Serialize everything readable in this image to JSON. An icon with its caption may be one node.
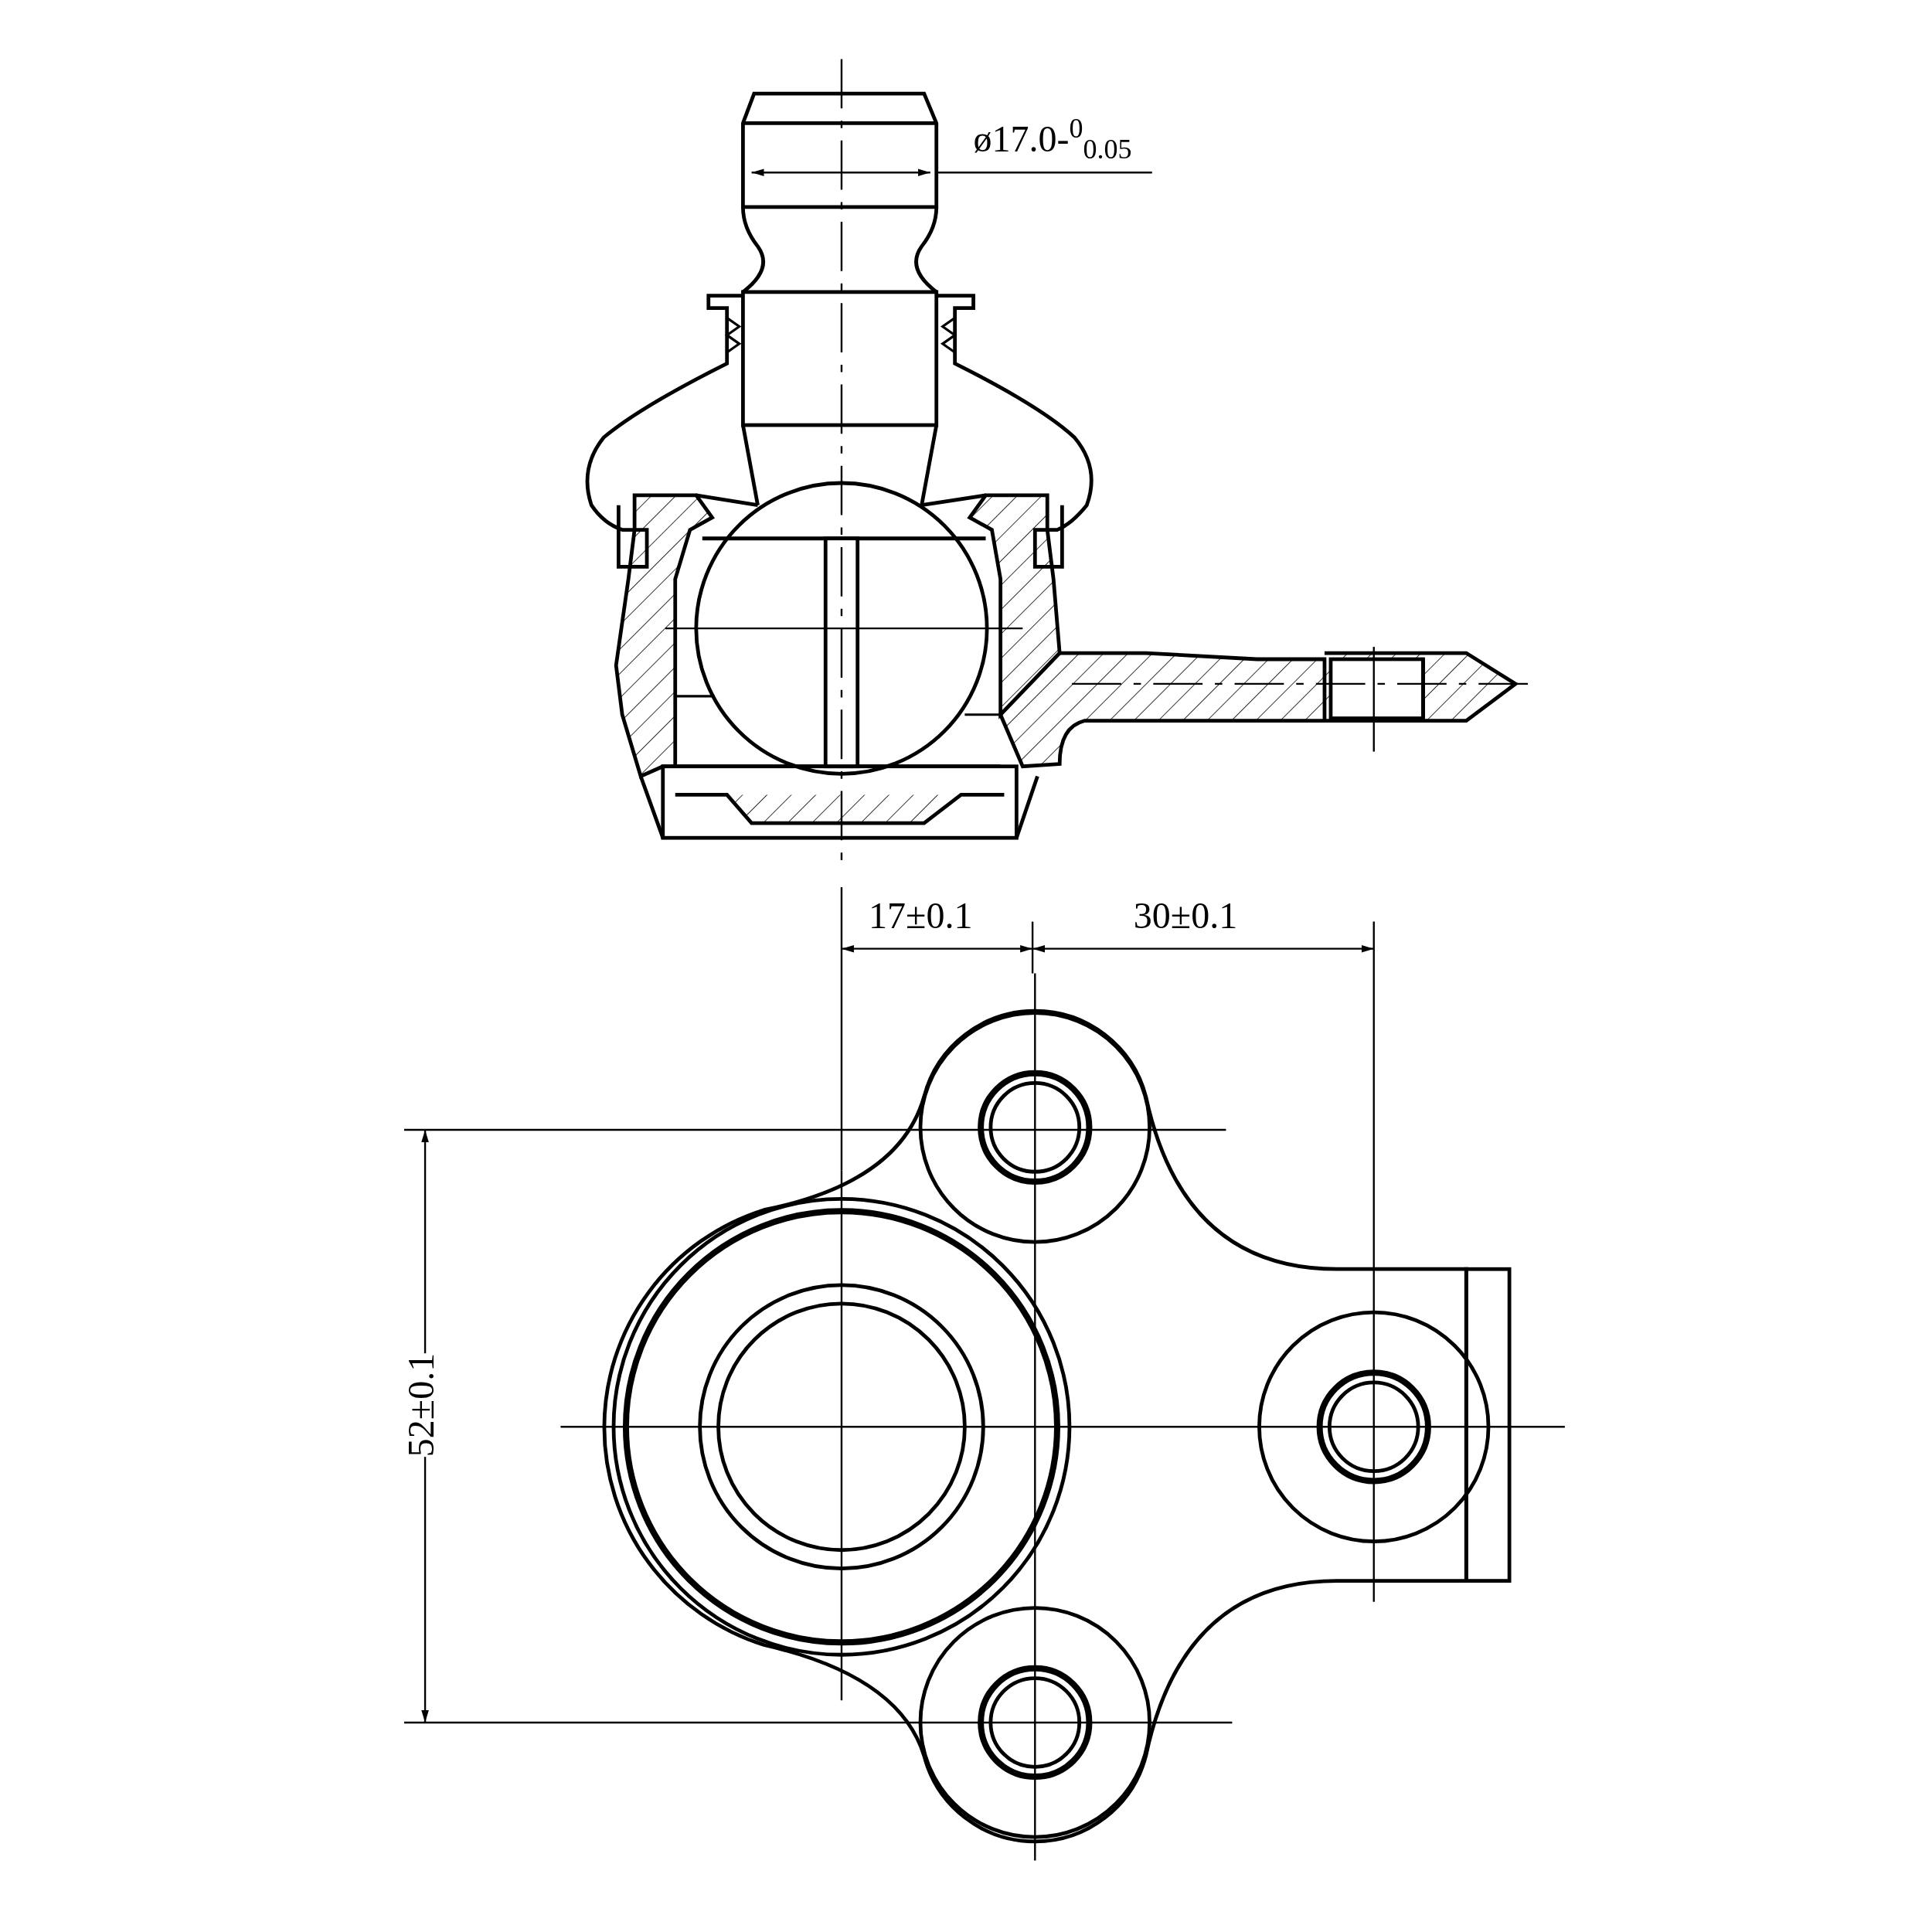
{
  "diagram": {
    "labels": [
      "ø17.0-$^{0}$$_{0.05}$",
      "17±0.1",
      "30±0.1",
      "52±0.1"
    ]
  }
}
